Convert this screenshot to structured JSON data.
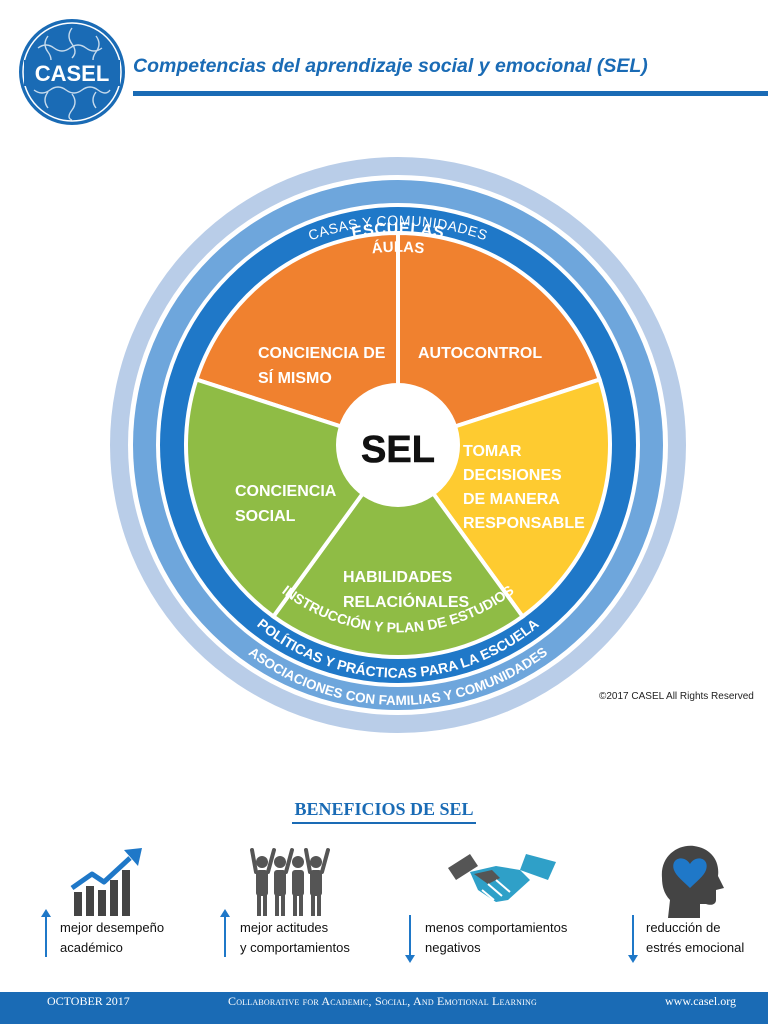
{
  "header": {
    "logo_text": "CASEL",
    "title": "Competencias del aprendizaje social y emocional (SEL)"
  },
  "wheel": {
    "rings": {
      "outer_top": "CASAS Y COMUNIDADES",
      "middle_top": "ESCUELAS",
      "inner_top": "ÁULAS",
      "inner_bottom": "INSTRUCCIÓN Y PLAN DE ESTUDIOS",
      "middle_bottom": "POLÍTICAS Y PRÁCTICAS PARA LA ESCUELA",
      "outer_bottom": "ASOCIACIONES CON FAMILIAS Y COMUNIDADES"
    },
    "center_label": "SEL",
    "segments": [
      {
        "lines": [
          "CONCIENCIA DE",
          "SÍ MISMO"
        ],
        "color": "#f0812f"
      },
      {
        "lines": [
          "AUTOCONTROL"
        ],
        "color": "#f0812f"
      },
      {
        "lines": [
          "TOMAR",
          "DECISIONES",
          "DE MANERA",
          "RESPONSABLE"
        ],
        "color": "#fecb30"
      },
      {
        "lines": [
          "HABILIDADES",
          "RELACIÓNALES"
        ],
        "color": "#8fbc45"
      },
      {
        "lines": [
          "CONCIENCIA",
          "SOCIAL"
        ],
        "color": "#8fbc45"
      }
    ],
    "colors": {
      "outer_ring": "#b9cde8",
      "middle_ring": "#6ea6dc",
      "inner_ring": "#1f78c8"
    }
  },
  "copyright": "©2017 CASEL All Rights Reserved",
  "benefits": {
    "title": "BENEFICIOS DE SEL",
    "items": [
      {
        "icon": "bar-chart-up-icon",
        "line1": "mejor desempeño",
        "line2": "académico",
        "direction": "up"
      },
      {
        "icon": "people-group-icon",
        "line1": "mejor actitudes",
        "line2": "y comportamientos",
        "direction": "up"
      },
      {
        "icon": "handshake-icon",
        "line1": "menos comportamientos",
        "line2": "negativos",
        "direction": "down"
      },
      {
        "icon": "head-heart-icon",
        "line1": "reducción de",
        "line2": "estrés emocional",
        "direction": "down"
      }
    ]
  },
  "footer": {
    "date": "OCTOBER 2017",
    "org": "Collaborative for Academic, Social, And Emotional Learning",
    "url": "www.casel.org"
  }
}
